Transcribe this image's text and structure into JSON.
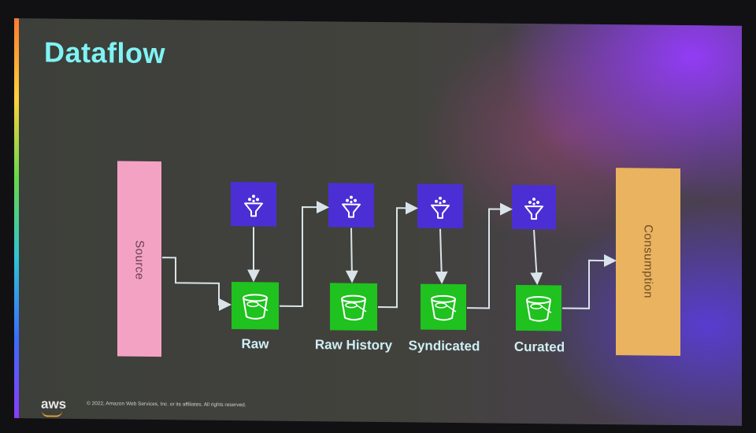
{
  "slide": {
    "title": "Dataflow",
    "footer_logo": "aws",
    "footer_copyright": "© 2022, Amazon Web Services, Inc. or its affiliates. All rights reserved."
  },
  "source": {
    "label": "Source",
    "color": "#f4a2c4"
  },
  "consumption": {
    "label": "Consumption",
    "color": "#e9b35f"
  },
  "stages": [
    {
      "label": "Raw",
      "bucket_icon": "s3-bucket-icon",
      "filter_icon": "glue-filter-icon"
    },
    {
      "label": "Raw History",
      "bucket_icon": "s3-bucket-icon",
      "filter_icon": "glue-filter-icon"
    },
    {
      "label": "Syndicated",
      "bucket_icon": "s3-bucket-icon",
      "filter_icon": "glue-filter-icon"
    },
    {
      "label": "Curated",
      "bucket_icon": "s3-bucket-icon",
      "filter_icon": "glue-filter-icon"
    }
  ],
  "colors": {
    "title": "#7ff3f5",
    "bucket_fill": "#1fc21f",
    "filter_fill": "#4b2fd4",
    "arrow": "#d9e4ea"
  }
}
